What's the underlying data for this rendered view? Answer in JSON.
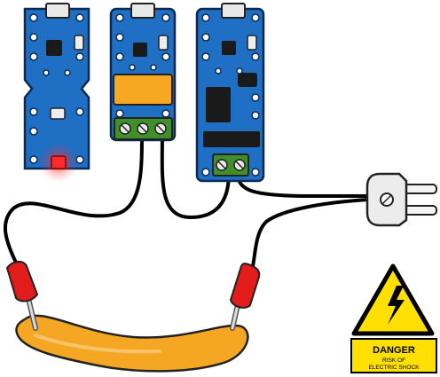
{
  "diagram": {
    "modules": [
      {
        "id": "led-module",
        "status_led_color": "#ff2a2a"
      },
      {
        "id": "relay-module",
        "relay_color": "#f7a823",
        "terminal_screws": 3
      },
      {
        "id": "ssr-module",
        "terminal_screws": 2
      }
    ],
    "load": {
      "name": "sausage"
    },
    "plug": {
      "type": "mains-plug"
    },
    "warning_sign": {
      "title": "DANGER",
      "line1": "RISK OF",
      "line2": "ELECTRIC SHOCK"
    }
  },
  "colors": {
    "pcb_blue": "#1f6fc4",
    "pcb_outline": "#0a2a55",
    "terminal_green": "#3f8f2a",
    "relay_orange": "#f7a823",
    "clip_red": "#e21b1b",
    "sausage": "#f5a623",
    "sign_yellow": "#ffe000",
    "wire": "#000000"
  }
}
